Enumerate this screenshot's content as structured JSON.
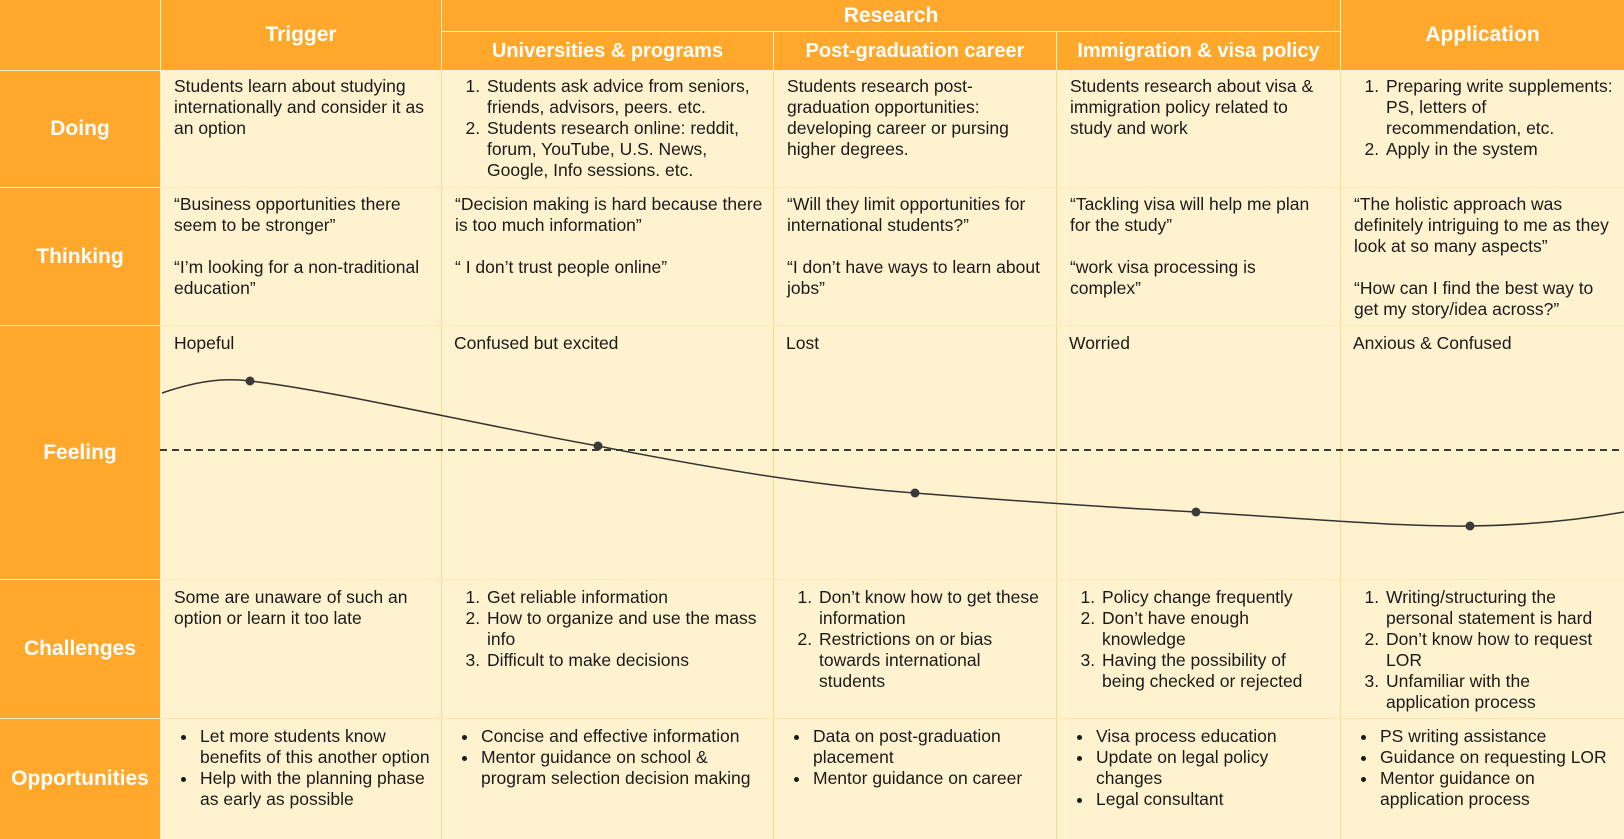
{
  "stages": {
    "trigger": "Trigger",
    "research": "Research",
    "universities": "Universities & programs",
    "career": "Post-graduation career",
    "immigration": "Immigration & visa policy",
    "application": "Application"
  },
  "row_labels": {
    "doing": "Doing",
    "thinking": "Thinking",
    "feeling": "Feeling",
    "challenges": "Challenges",
    "opportunities": "Opportunities"
  },
  "doing": {
    "trigger": "Students learn about studying internationally and consider it as an option",
    "universities": [
      "Students ask advice from seniors, friends, advisors, peers. etc.",
      "Students research online: reddit, forum, YouTube, U.S. News, Google, Info sessions. etc."
    ],
    "career": "Students research post-graduation opportunities: developing career or pursing higher degrees.",
    "immigration": "Students research about visa & immigration policy related to study and work",
    "application": [
      "Preparing write supplements: PS, letters of recommendation, etc.",
      "Apply in the system"
    ]
  },
  "thinking": {
    "trigger": [
      "“Business opportunities there seem to be stronger”",
      "“I’m looking for a non-traditional education”"
    ],
    "universities": [
      "“Decision making is hard because there is too much information”",
      "“ I don’t trust people online”"
    ],
    "career": [
      "“Will they limit opportunities for international students?”",
      "“I don’t have ways to learn about jobs”"
    ],
    "immigration": [
      "“Tackling visa will help me plan for the study”",
      "“work visa processing is complex”"
    ],
    "application": [
      "“The holistic approach was definitely intriguing to me as they look at so many aspects”",
      "“How can I find the best way to get my story/idea across?”"
    ]
  },
  "feeling": {
    "trigger": "Hopeful",
    "universities": "Confused but excited",
    "career": "Lost",
    "immigration": "Worried",
    "application": "Anxious & Confused"
  },
  "challenges": {
    "trigger": "Some are unaware of such an option or learn it too late",
    "universities": [
      "Get reliable information",
      "How to organize and use the mass info",
      "Difficult to make decisions"
    ],
    "career": [
      "Don’t know how to get these information",
      "Restrictions on or bias towards international students"
    ],
    "immigration": [
      "Policy change frequently",
      "Don’t have enough knowledge",
      "Having the possibility of being checked or rejected"
    ],
    "application": [
      "Writing/structuring the personal statement is hard",
      "Don’t know how to request LOR",
      "Unfamiliar with the application process"
    ]
  },
  "opportunities": {
    "trigger": [
      "Let more students know benefits of this another option",
      "Help with the planning phase as early as possible"
    ],
    "universities": [
      "Concise and effective information",
      "Mentor guidance on school & program selection decision making"
    ],
    "career": [
      "Data on post-graduation placement",
      "Mentor guidance on career"
    ],
    "immigration": [
      "Visa process education",
      "Update on legal policy changes",
      "Legal consultant"
    ],
    "application": [
      "PS writing assistance",
      "Guidance on requesting LOR",
      "Mentor guidance on application process"
    ]
  },
  "colors": {
    "header": "#ffa82b",
    "background": "#fff3cf",
    "text": "#1a1a1a"
  }
}
